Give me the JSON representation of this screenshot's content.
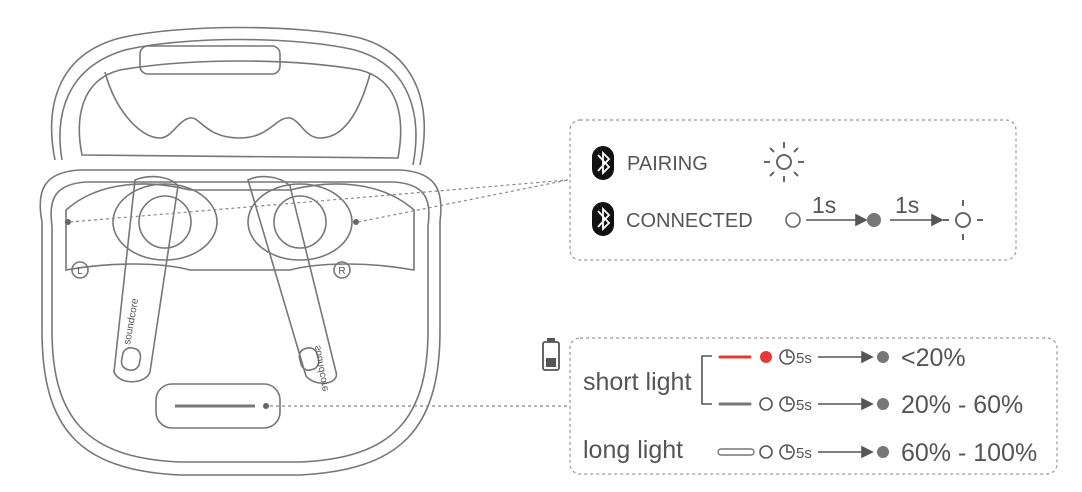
{
  "case": {
    "left_bud_label": "L",
    "right_bud_label": "R",
    "bud_brand": "soundcore"
  },
  "bluetooth": {
    "pairing_label": "PAIRING",
    "connected_label": "CONNECTED",
    "connected_steps": [
      "1s",
      "1s"
    ]
  },
  "battery": {
    "short_light_label": "short light",
    "long_light_label": "long light",
    "timer_label": "5s",
    "levels": [
      "<20%",
      "20% - 60%",
      "60% - 100%"
    ],
    "colors": {
      "low": "#e53935",
      "line": "#777777",
      "dot": "#777777"
    }
  }
}
